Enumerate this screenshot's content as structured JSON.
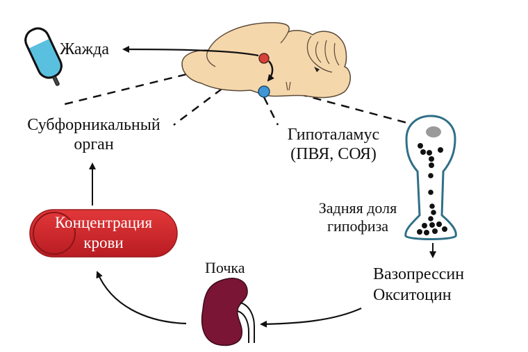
{
  "labels": {
    "thirst": "Жажда",
    "subfornical_line1": "Субфорникальный",
    "subfornical_line2": "орган",
    "hypothalamus_line1": "Гипоталамус",
    "hypothalamus_line2": "(ПВЯ, СОЯ)",
    "posterior_pituitary_line1": "Задняя доля",
    "posterior_pituitary_line2": "гипофиза",
    "hormones_line1": "Вазопрессин",
    "hormones_line2": "Окситоцин",
    "kidney": "Почка",
    "blood_line1": "Концентрация",
    "blood_line2": "крови"
  },
  "colors": {
    "brain_fill": "#f5d7ac",
    "red_nucleus": "#d9403a",
    "blue_nucleus": "#3f96d4",
    "neuron_outline": "#2f6f86",
    "nucleus_gray": "#9a9a9a",
    "blood_red": "#d3262b",
    "kidney": "#7a1535",
    "water": "#5ac0e0"
  }
}
